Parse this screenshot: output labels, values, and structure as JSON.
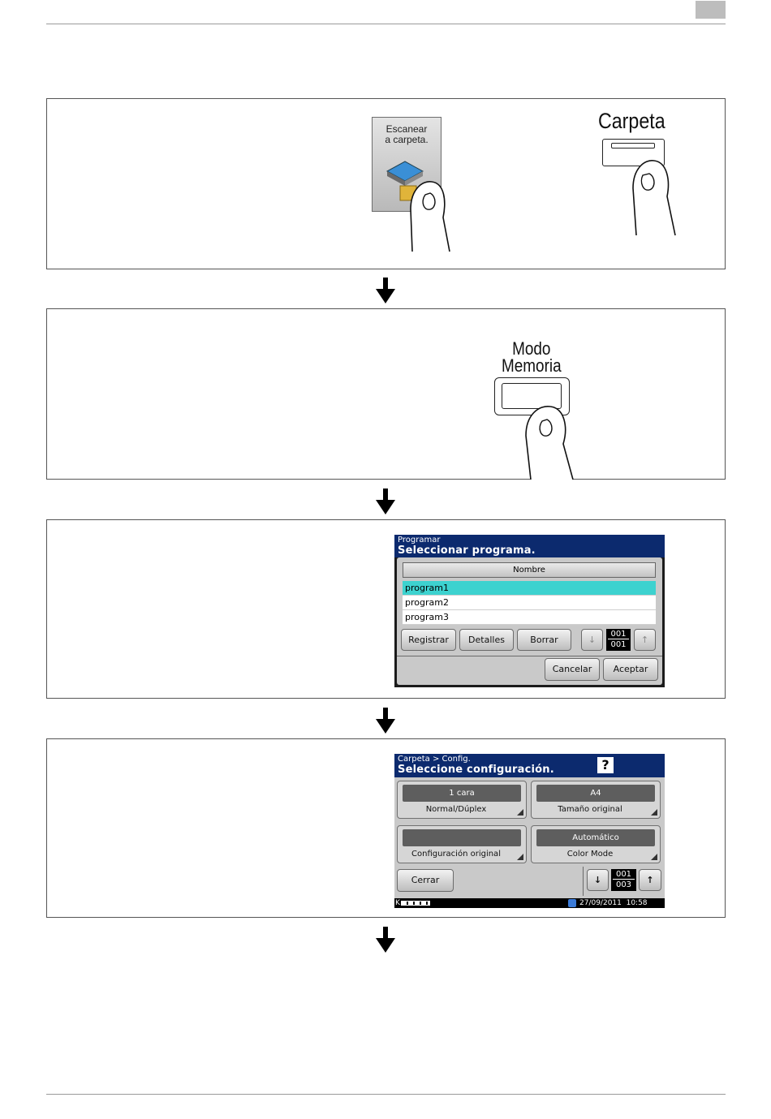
{
  "step1": {
    "tile_label": "Escanear\na carpeta.",
    "key_label": "Carpeta"
  },
  "step2": {
    "key_label": "Modo\nMemoria"
  },
  "step3": {
    "subtitle": "Programar",
    "title": "Seleccionar programa.",
    "column_header": "Nombre",
    "rows": [
      "program1",
      "program2",
      "program3"
    ],
    "selected_row": 0,
    "buttons": {
      "register": "Registrar",
      "details": "Detalles",
      "delete": "Borrar",
      "cancel": "Cancelar",
      "accept": "Aceptar"
    },
    "page_current": "001",
    "page_total": "001"
  },
  "step4": {
    "subtitle": "Carpeta > Config.",
    "title": "Seleccione configuración.",
    "help_glyph": "?",
    "cards": [
      {
        "value": "1 cara",
        "label": "Normal/Dúplex"
      },
      {
        "value": "A4",
        "label": "Tamaño original"
      },
      {
        "value": "",
        "label": "Configuración original"
      },
      {
        "value": "Automático",
        "label": "Color Mode"
      }
    ],
    "close_label": "Cerrar",
    "page_current": "001",
    "page_total": "003",
    "status_left": "K",
    "datetime": "27/09/2011  10:58"
  },
  "colors": {
    "lcd_header": "#0c2a6e",
    "selected_row": "#3dd2cf"
  }
}
